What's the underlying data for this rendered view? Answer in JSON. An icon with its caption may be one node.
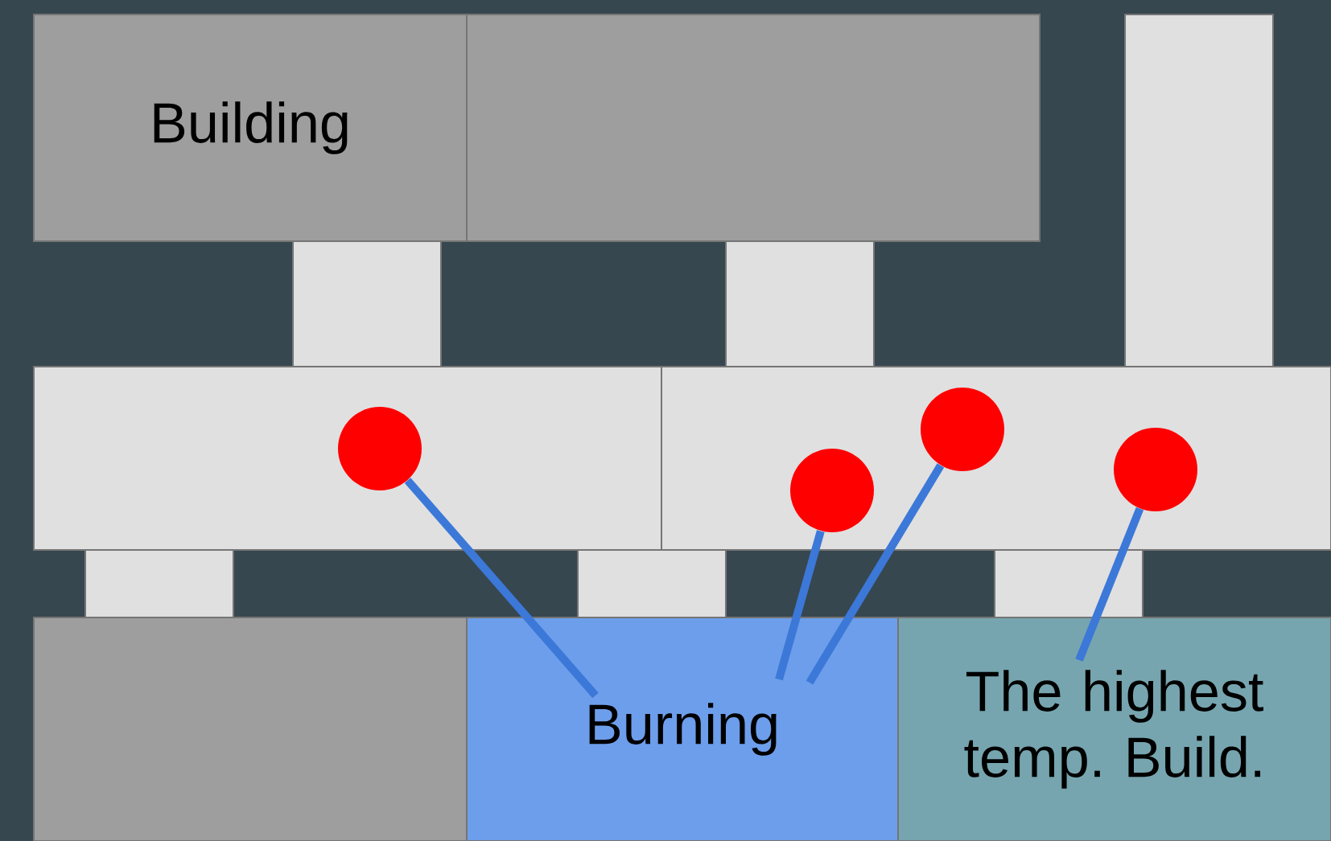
{
  "diagram": {
    "nodes": [
      {
        "text": [
          "Building"
        ]
      },
      {
        "text": [],
        "shape": "box"
      },
      {
        "text": [],
        "shape": "box"
      },
      {
        "text": [],
        "shape": "box"
      },
      {
        "text": [],
        "shape": "box"
      },
      {
        "text": [],
        "shape": "box"
      },
      {
        "text": [],
        "shape": "circle",
        "in": 5
      },
      {
        "text": [],
        "shape": "box"
      },
      {
        "text": [],
        "shape": "circle",
        "in": 7
      },
      {
        "text": [],
        "shape": "circle",
        "in": 7
      },
      {
        "text": [],
        "shape": "circle",
        "in": 7
      },
      {
        "text": [],
        "shape": "box"
      },
      {
        "text": [],
        "shape": "box"
      },
      {
        "text": [],
        "shape": "box"
      },
      {
        "text": [],
        "shape": "box"
      },
      {
        "text": [
          "Burning"
        ]
      },
      {
        "text": [
          "The highest temp. Build."
        ]
      }
    ],
    "edges": [
      {
        "from": 15,
        "to": 6,
        "arrow": "none"
      },
      {
        "from": 15,
        "to": 8,
        "arrow": "none"
      },
      {
        "from": 15,
        "to": 9,
        "arrow": "none"
      },
      {
        "from": 16,
        "to": 10,
        "arrow": "none"
      }
    ]
  }
}
